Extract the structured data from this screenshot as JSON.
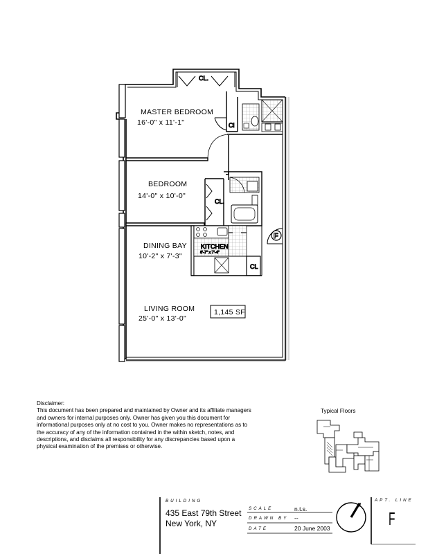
{
  "plan": {
    "closet_label": "CL.",
    "master_bedroom": {
      "name": "MASTER BEDROOM",
      "dims": "16'-0\" x 11'-1\""
    },
    "master_closet_label": "Cl",
    "bedroom": {
      "name": "BEDROOM",
      "dims": "14'-0\" x 10'-0\""
    },
    "bedroom_closet_label": "CL.",
    "dining": {
      "name": "DINING BAY",
      "dims": "10'-2\" x 7'-3\""
    },
    "kitchen": {
      "name": "KITCHEN",
      "dims": "8'-7\" x 7'-4\""
    },
    "kitchen_closet_label": "CL",
    "living": {
      "name": "LIVING ROOM",
      "dims": "25'-0\" x 13'-0\""
    },
    "area": "1,145 SF",
    "unit_marker": "F"
  },
  "disclaimer": {
    "heading": "Disclaimer:",
    "lines": [
      "This document has been prepared and maintained by Owner and its affiliate managers",
      "and owners for internal purposes only.  Owner has given you this document for",
      "informational purposes only at no cost to you.  Owner makes no representations as to",
      "the accuracy of any of the information contained in the within sketch, notes, and",
      "descriptions, and disclaims all responsibility for any discrepancies based upon a",
      "physical examination of the premises or otherwise."
    ]
  },
  "keyplan": {
    "title": "Typical Floors"
  },
  "titleblock": {
    "building_caption": "BUILDING",
    "address_line1": "435 East 79th Street",
    "address_line2": "New York, NY",
    "scale_caption": "SCALE",
    "scale_value": "n.t.s.",
    "drawn_by_caption": "DRAWN BY",
    "drawn_by_value": "--",
    "date_caption": "DATE",
    "date_value": "20 June 2003",
    "apt_line_caption": "APT. LINE",
    "apt_line_value": "F"
  }
}
